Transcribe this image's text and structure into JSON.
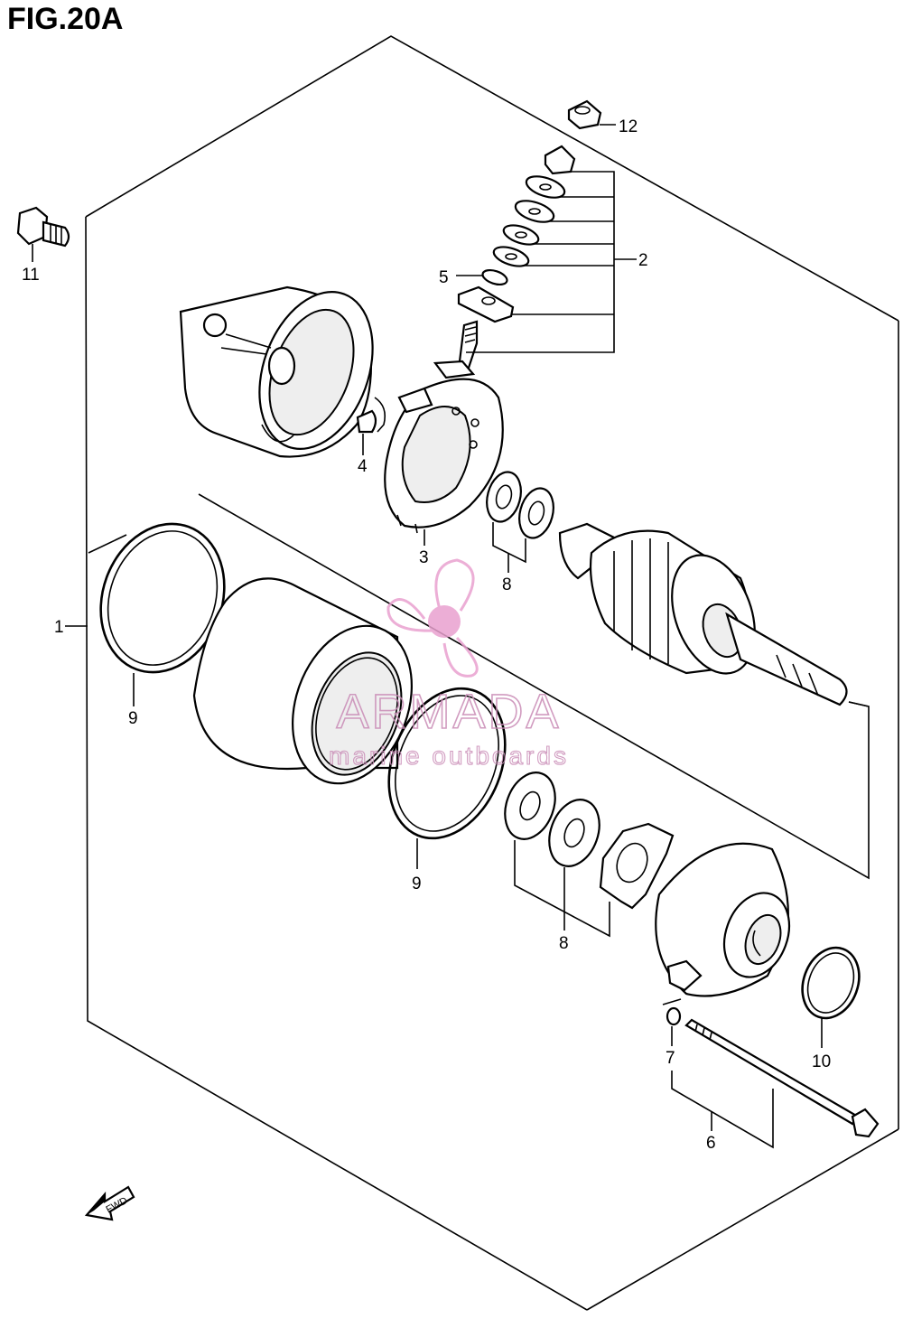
{
  "figure": {
    "title": "FIG.20A"
  },
  "watermark": {
    "brand": "ARMADA",
    "tagline": "marine outboards",
    "brand_color": "#e9a1cf"
  },
  "fwd_arrow": {
    "label": "FWD"
  },
  "callouts": {
    "c1": "1",
    "c2": "2",
    "c3": "3",
    "c4": "4",
    "c5": "5",
    "c6": "6",
    "c7": "7",
    "c8a": "8",
    "c8b": "8",
    "c9a": "9",
    "c9b": "9",
    "c10": "10",
    "c11": "11",
    "c12": "12"
  }
}
